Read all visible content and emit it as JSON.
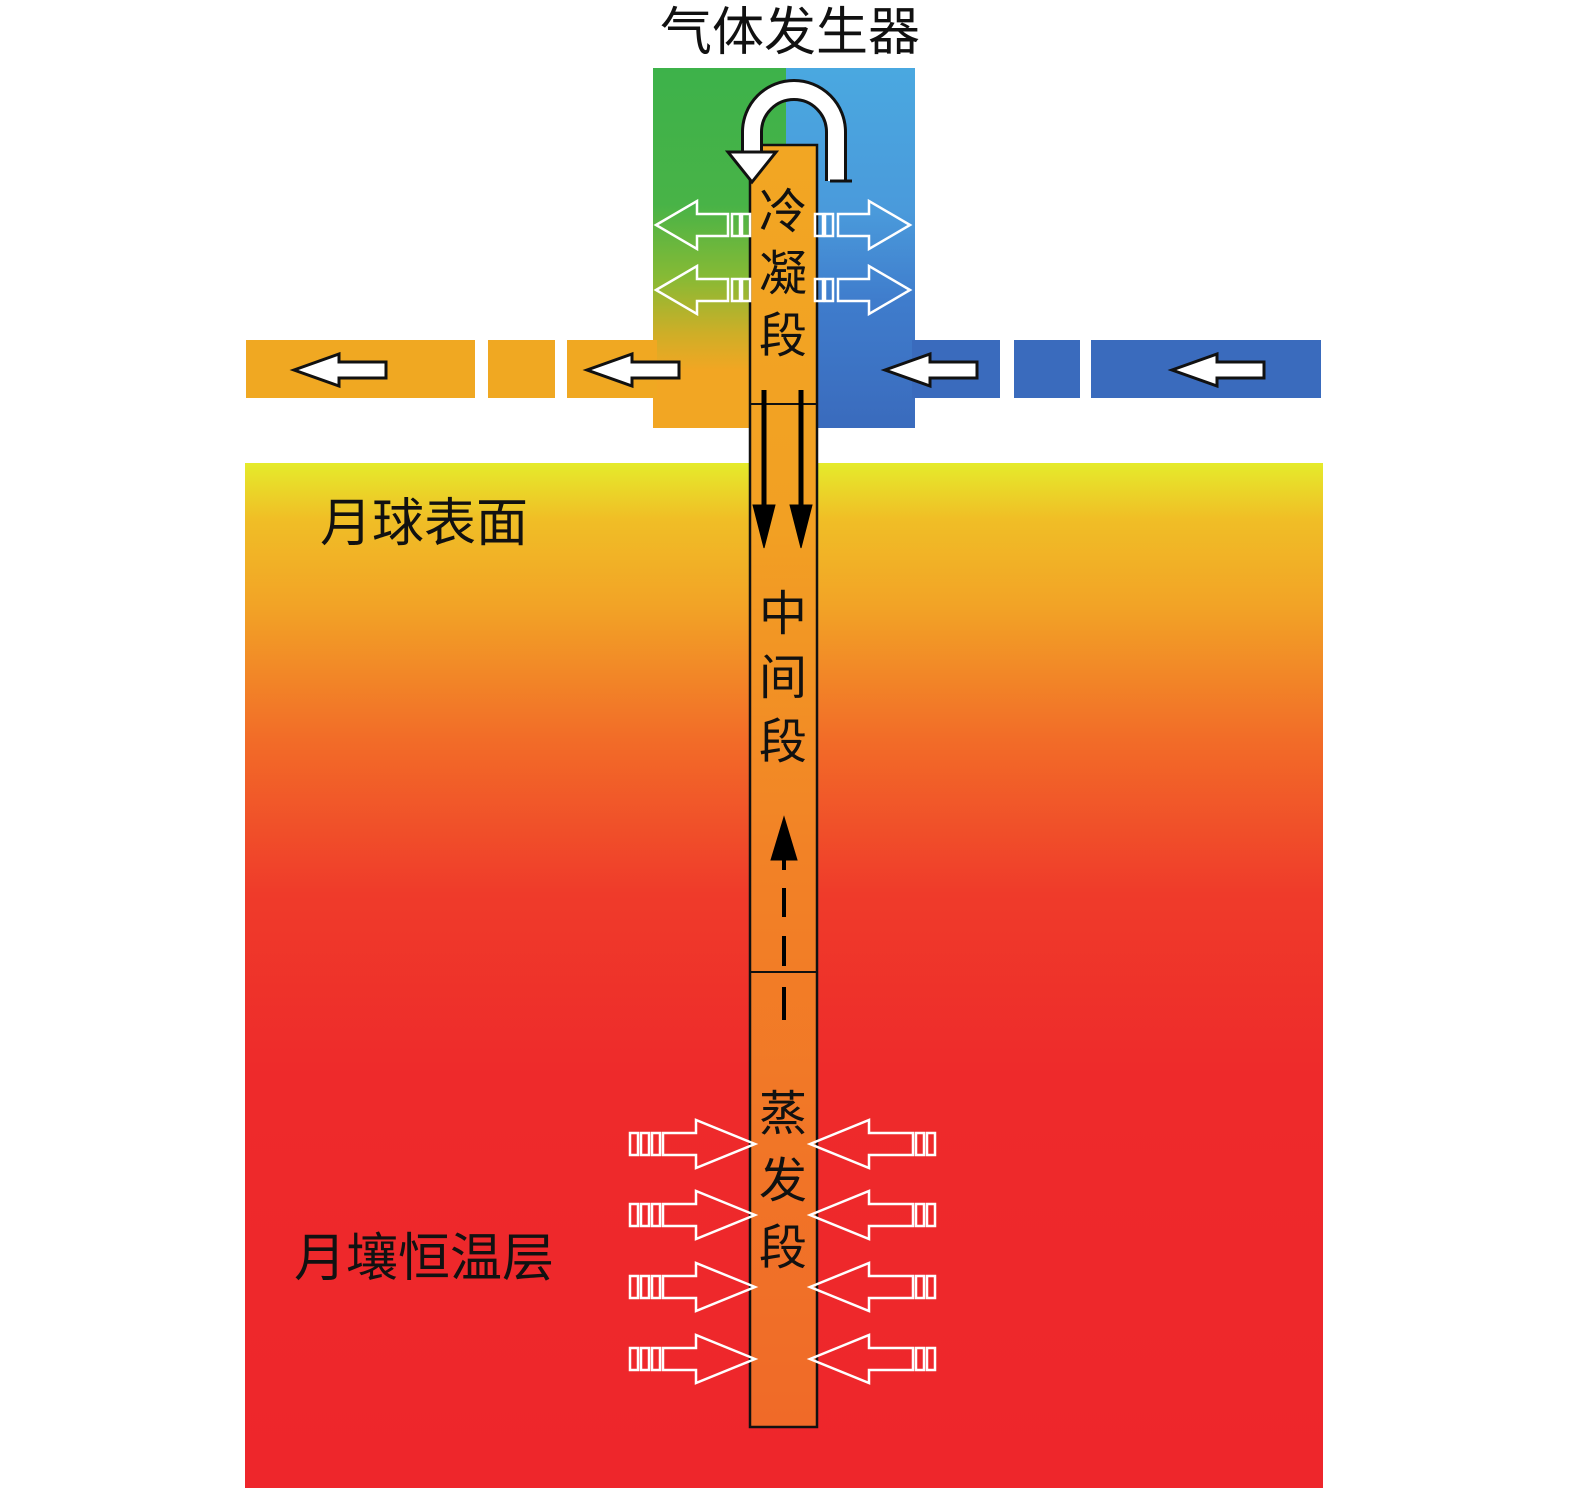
{
  "labels": {
    "gas_generator": "气体发生器",
    "lunar_surface": "月球表面",
    "regolith_layer": "月壤恒温层",
    "condenser": [
      "冷",
      "凝",
      "段"
    ],
    "adiabatic": [
      "中",
      "间",
      "段"
    ],
    "evaporator": [
      "蒸",
      "发",
      "段"
    ]
  },
  "colors": {
    "condenser_left": "#3db24a",
    "condenser_right": "#4aa8e0",
    "pipe_orange": "#f2a623",
    "outflow_orange": "#f0a822",
    "inflow_blue": "#3a6bbd",
    "regolith_red": "#ee262b",
    "surface_yellow": "#e5eb2b",
    "arrow_black": "#000000",
    "arrow_white": "#ffffff"
  },
  "icons": {
    "vapor_return": "u-turn-arrow-icon",
    "flow_left": "left-arrow-icon",
    "heat_out": "heat-out-arrow-icon",
    "heat_in": "heat-in-arrow-icon",
    "condensate_down": "down-arrow-icon",
    "vapor_up": "up-dashed-arrow-icon"
  }
}
